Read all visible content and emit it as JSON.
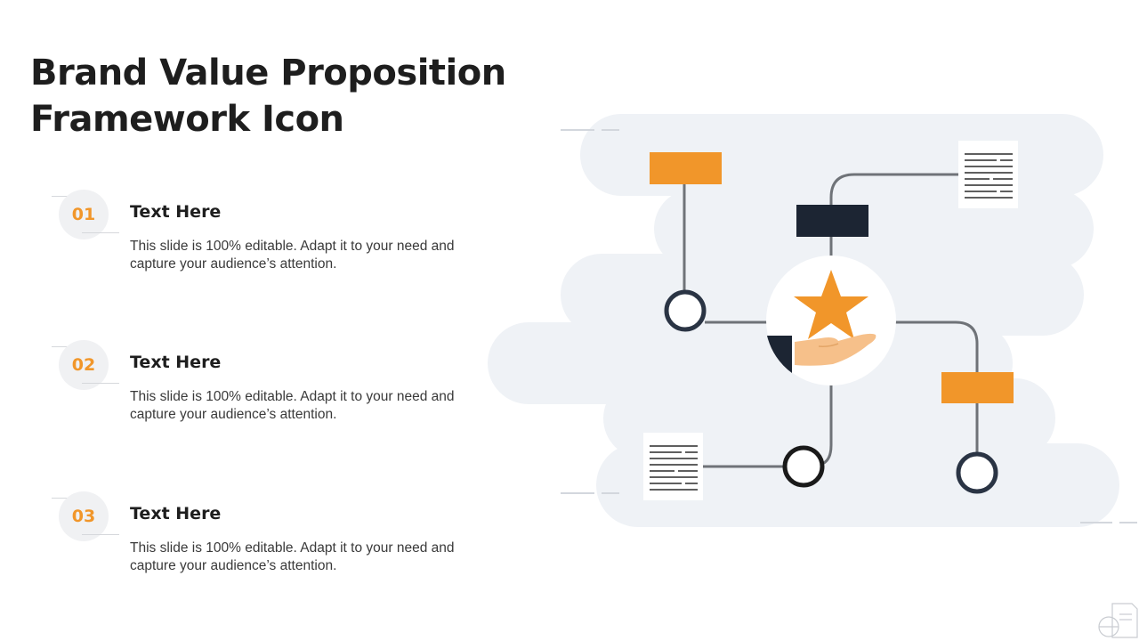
{
  "slide": {
    "title": "Brand Value Proposition Framework Icon"
  },
  "items": [
    {
      "number": "01",
      "heading": "Text Here",
      "body": "This slide is 100% editable. Adapt it to your need and capture your audience’s attention."
    },
    {
      "number": "02",
      "heading": "Text Here",
      "body": "This slide is 100% editable. Adapt it to your need and capture your audience’s attention."
    },
    {
      "number": "03",
      "heading": "Text Here",
      "body": "This slide is 100% editable. Adapt it to your need and capture your audience’s attention."
    }
  ],
  "colors": {
    "accent": "#f1962a",
    "dark": "#1c2533",
    "cloud": "#eff2f6",
    "connector": "#6f7378",
    "hand": "#f6c08a"
  },
  "illustration": {
    "center_icon": "star-on-hand-icon",
    "documents": [
      "document-icon",
      "document-icon"
    ]
  }
}
